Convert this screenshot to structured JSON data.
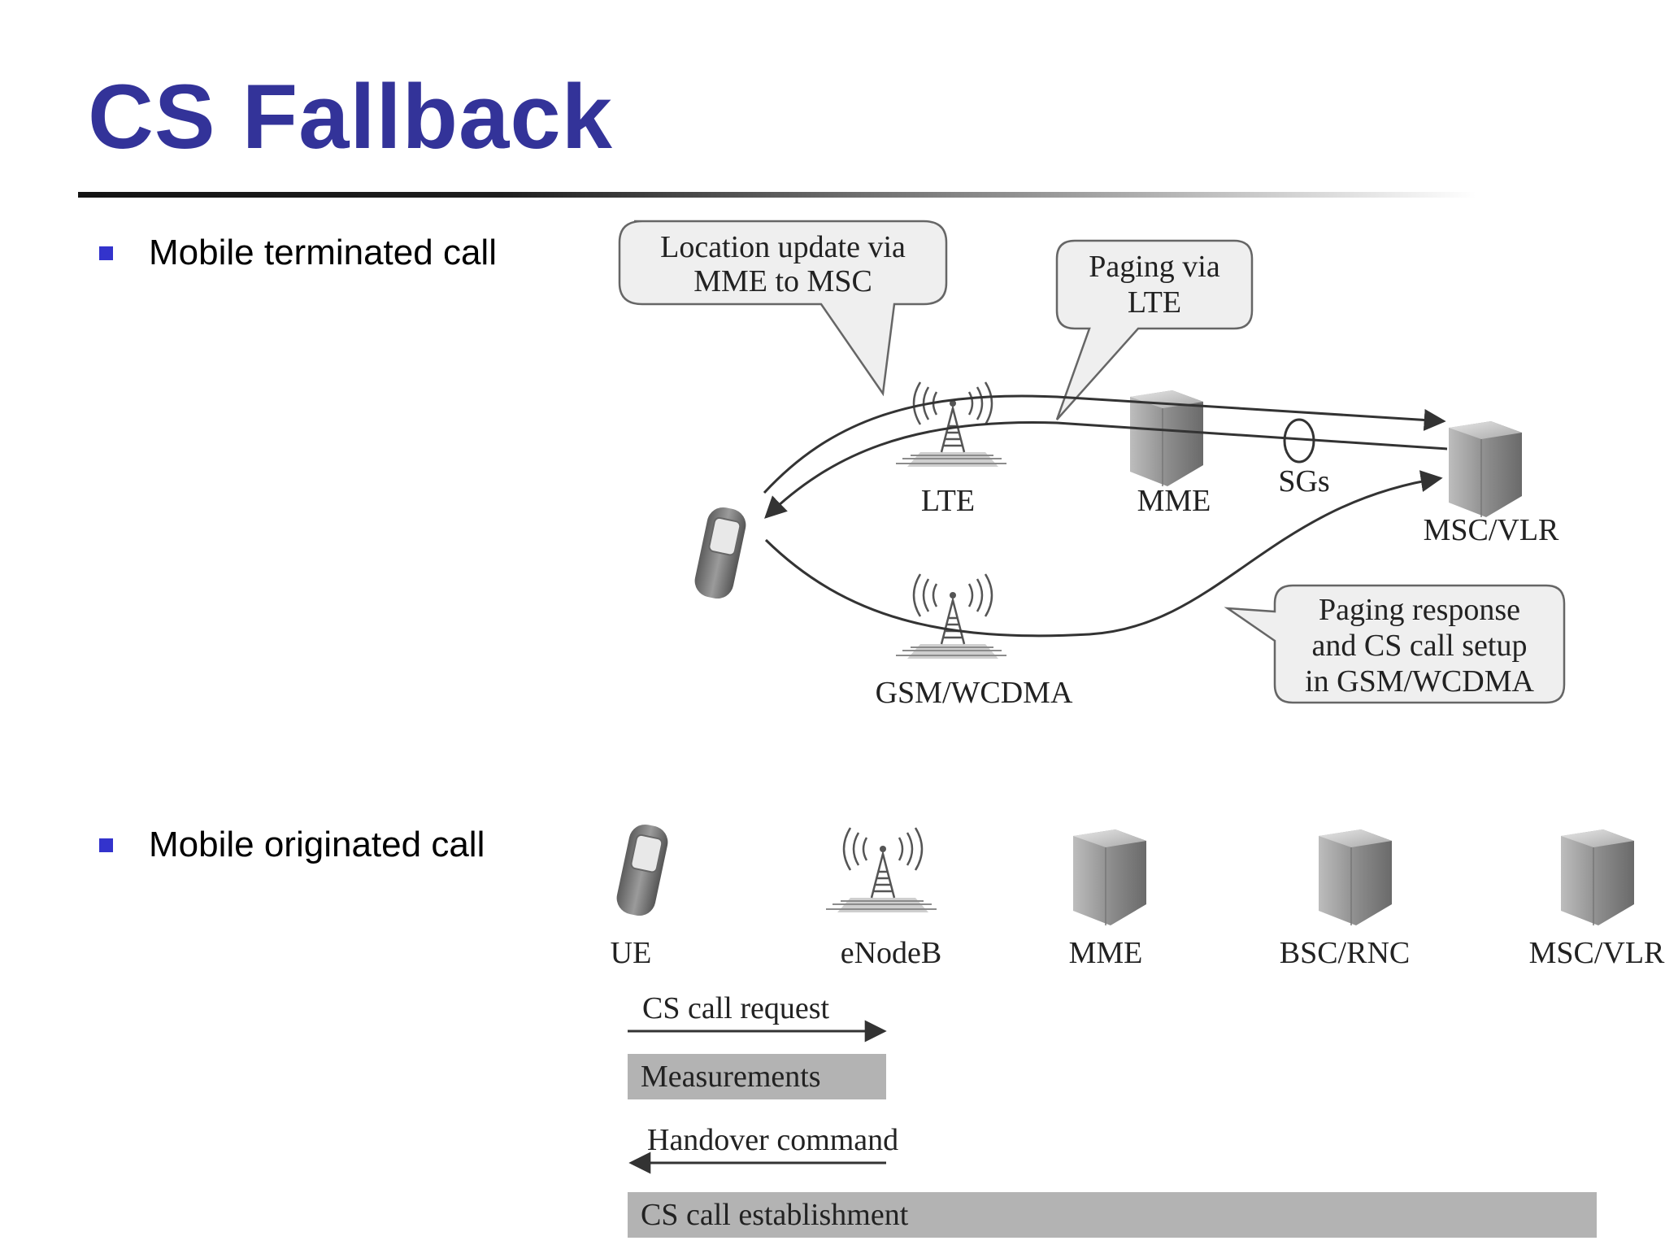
{
  "slide": {
    "title": "CS Fallback",
    "accent_color": "#333399",
    "bullet_color": "#3333cc"
  },
  "bullets": [
    {
      "text": "Mobile terminated call"
    },
    {
      "text": "Mobile originated call"
    }
  ],
  "mt_diagram": {
    "callouts": {
      "location_update": [
        "Location update via",
        "MME to MSC"
      ],
      "paging_lte": [
        "Paging via",
        "LTE"
      ],
      "paging_response": [
        "Paging response",
        "and CS call setup",
        "in GSM/WCDMA"
      ]
    },
    "nodes": {
      "lte": "LTE",
      "mme": "MME",
      "sgs": "SGs",
      "msc_vlr": "MSC/VLR",
      "gsm_wcdma": "GSM/WCDMA"
    }
  },
  "mo_diagram": {
    "nodes": [
      "UE",
      "eNodeB",
      "MME",
      "BSC/RNC",
      "MSC/VLR"
    ],
    "steps": {
      "cs_call_request": "CS call request",
      "measurements": "Measurements",
      "handover_command": "Handover command",
      "cs_call_establishment": "CS call establishment"
    }
  }
}
